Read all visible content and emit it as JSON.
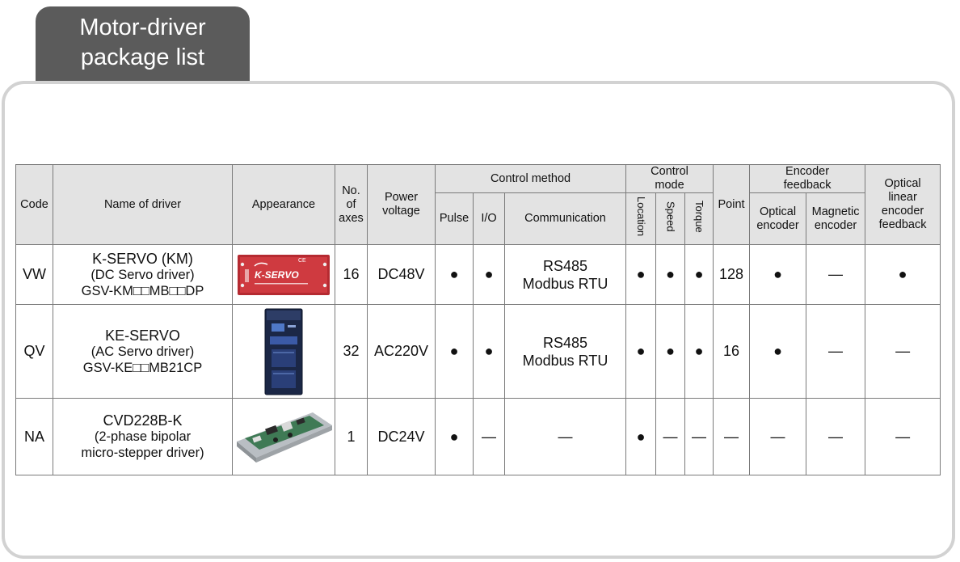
{
  "header": {
    "tab_line1": "Motor-driver",
    "tab_line2": "package list"
  },
  "table": {
    "headers": {
      "code": "Code",
      "name": "Name of driver",
      "appearance": "Appearance",
      "axes_l1": "No.",
      "axes_l2": "of",
      "axes_l3": "axes",
      "voltage_l1": "Power",
      "voltage_l2": "voltage",
      "control_method": "Control method",
      "control_mode_l1": "Control",
      "control_mode_l2": "mode",
      "point": "Point",
      "encoder_feedback_l1": "Encoder",
      "encoder_feedback_l2": "feedback",
      "optical_linear_l1": "Optical",
      "optical_linear_l2": "linear",
      "optical_linear_l3": "encoder",
      "optical_linear_l4": "feedback",
      "pulse": "Pulse",
      "io": "I/O",
      "communication": "Communication",
      "location": "Location",
      "speed": "Speed",
      "torque": "Torque",
      "optical_l1": "Optical",
      "optical_l2": "encoder",
      "magnetic_l1": "Magnetic",
      "magnetic_l2": "encoder"
    },
    "rows": [
      {
        "code": "VW",
        "name_l1": "K-SERVO (KM)",
        "name_l2": "(DC Servo driver)",
        "name_l3": "GSV-KM□□MB□□DP",
        "image_brand": "K-SERVO",
        "image_ce": "CE",
        "axes": "16",
        "voltage": "DC48V",
        "pulse": "●",
        "io": "●",
        "comm_l1": "RS485",
        "comm_l2": "Modbus RTU",
        "location": "●",
        "speed": "●",
        "torque": "●",
        "point": "128",
        "optical": "●",
        "magnetic": "—",
        "linear": "●"
      },
      {
        "code": "QV",
        "name_l1": "KE-SERVO",
        "name_l2": "(AC Servo driver)",
        "name_l3": "GSV-KE□□MB21CP",
        "axes": "32",
        "voltage": "AC220V",
        "pulse": "●",
        "io": "●",
        "comm_l1": "RS485",
        "comm_l2": "Modbus RTU",
        "location": "●",
        "speed": "●",
        "torque": "●",
        "point": "16",
        "optical": "●",
        "magnetic": "—",
        "linear": "—"
      },
      {
        "code": "NA",
        "name_l1": "CVD228B-K",
        "name_l2": "(2-phase bipolar",
        "name_l3": "micro-stepper driver)",
        "axes": "1",
        "voltage": "DC24V",
        "pulse": "●",
        "io": "—",
        "comm_l1": "—",
        "location": "●",
        "speed": "—",
        "torque": "—",
        "point": "—",
        "optical": "—",
        "magnetic": "—",
        "linear": "—"
      }
    ]
  },
  "colors": {
    "tab_bg": "#5b5b5b",
    "header_bg": "#e3e3e3",
    "frame_border": "#d2d2d2",
    "kservo_red": "#c8343a",
    "keservo_navy": "#1c2a4a"
  }
}
